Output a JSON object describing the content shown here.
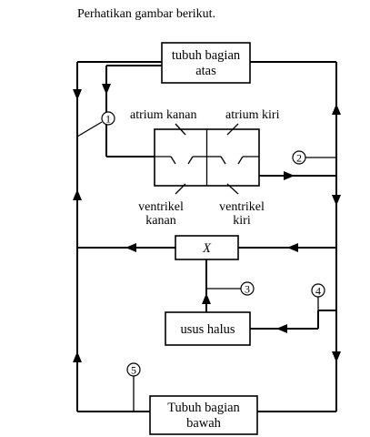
{
  "title": "Perhatikan gambar berikut.",
  "boxes": {
    "upper_body": [
      "tubuh bagian",
      "atas"
    ],
    "x": "X",
    "intestine": "usus halus",
    "lower_body": [
      "Tubuh bagian",
      "bawah"
    ]
  },
  "heart_labels": {
    "atrium_right": "atrium kanan",
    "atrium_left": "atrium kiri",
    "ventricle_right": [
      "ventrikel",
      "kanan"
    ],
    "ventricle_left": [
      "ventrikel",
      "kiri"
    ]
  },
  "markers": [
    "1",
    "2",
    "3",
    "4",
    "5"
  ]
}
